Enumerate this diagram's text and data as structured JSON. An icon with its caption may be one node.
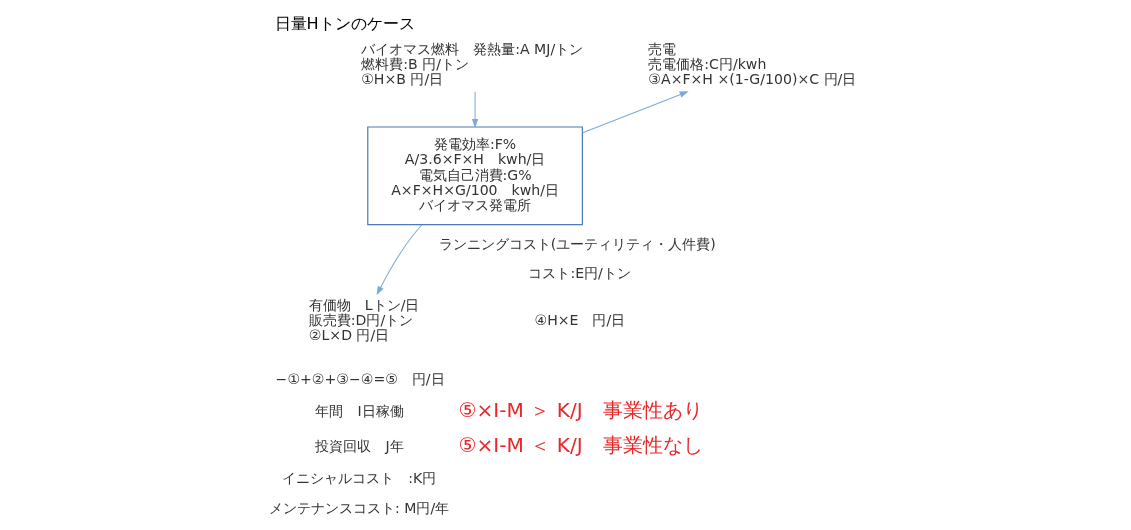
{
  "diagram": {
    "title": "日量Hトンのケース",
    "nodes": [
      {
        "text": [
          "バイオマス燃料　発熱量:A MJ/トン",
          "燃料費:B 円/トン",
          "①H×B 円/日"
        ]
      },
      {
        "text": [
          "発電効率:F%",
          "A/3.6×F×H　kwh/日",
          "電気自己消費:G%",
          "A×F×H×G/100　kwh/日",
          "バイオマス発電所"
        ]
      },
      {
        "text": [
          "売電",
          "売電価格:C円/kwh",
          "③A×F×H ×(1-G/100)×C 円/日"
        ]
      },
      {
        "text": [
          "有価物　Lトン/日",
          "販売費:D円/トン",
          "②L×D 円/日"
        ]
      }
    ],
    "edges": [
      {
        "from": 0,
        "to": 1,
        "arrow": "to"
      },
      {
        "from": 1,
        "to": 2,
        "arrow": "to"
      },
      {
        "from": 1,
        "to": 3,
        "arrow": "to"
      }
    ],
    "labels": [
      "ランニングコスト(ユーティリティ・人件費)",
      "コスト:E円/トン",
      "④H×E　円/日",
      "−①+②+③−④=⑤　円/日",
      "年間　I日稼働",
      "投資回収　J年",
      "イニシャルコスト　:K円",
      "メンテナンスコスト: M円/年",
      "⑤×I-M ＞ K/J　事業性あり",
      "⑤×I-M ＜ K/J　事業性なし"
    ]
  }
}
